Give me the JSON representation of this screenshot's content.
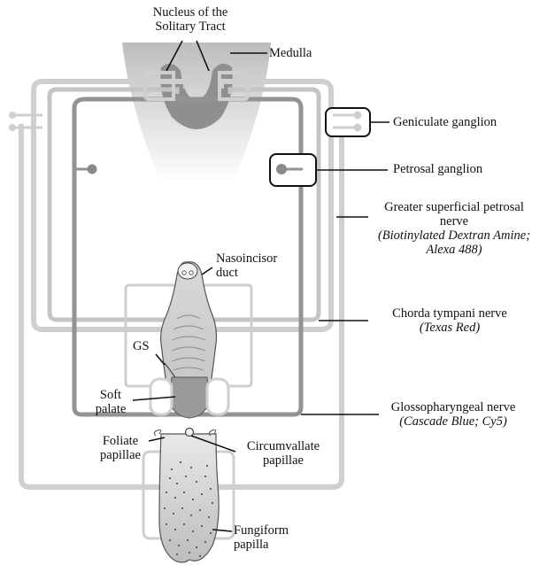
{
  "labels": {
    "nts_line1": "Nucleus of the",
    "nts_line2": "Solitary Tract",
    "medulla": "Medulla",
    "geniculate": "Geniculate ganglion",
    "petrosal": "Petrosal ganglion",
    "gsp_line1": "Greater superficial petrosal",
    "gsp_line2": "nerve",
    "gsp_tracer1": "(Biotinylated Dextran Amine;",
    "gsp_tracer2": "Alexa 488)",
    "nasoincisor_line1": "Nasoincisor",
    "nasoincisor_line2": "duct",
    "chorda_tympani": "Chorda tympani nerve",
    "chorda_tracer": "(Texas Red)",
    "gs": "GS",
    "soft_line1": "Soft",
    "soft_line2": "palate",
    "glosso": "Glossopharyngeal nerve",
    "glosso_tracer": "(Cascade Blue; Cy5)",
    "foliate_line1": "Foliate",
    "foliate_line2": "papillae",
    "circum_line1": "Circumvallate",
    "circum_line2": "papillae",
    "fungi_line1": "Fungiform",
    "fungi_line2": "papilla"
  },
  "colors": {
    "nerve_light": "#cfcfcf",
    "nerve_mid": "#c4c4c4",
    "nerve_dark": "#939393",
    "medulla_fill": "#d6d6d6",
    "nucleus_fill": "#8f8f8f",
    "palate_fill": "#d2d2d2",
    "soft_palate_fill": "#999999",
    "tongue_fill": "#cfcfcf",
    "callout": "#111111"
  }
}
